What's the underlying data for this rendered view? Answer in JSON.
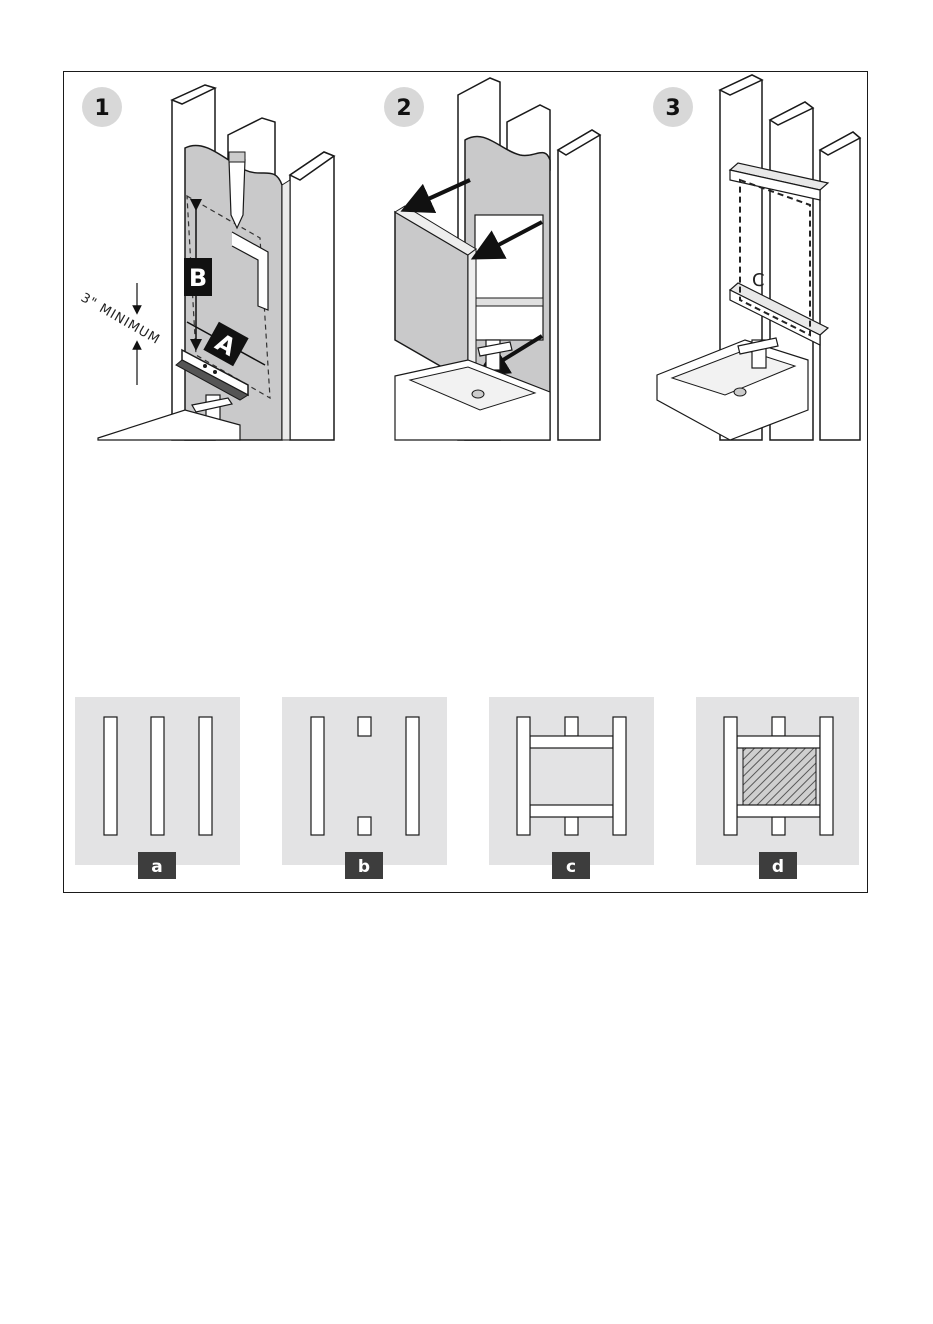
{
  "steps": [
    {
      "number": "1"
    },
    {
      "number": "2"
    },
    {
      "number": "3"
    }
  ],
  "step1": {
    "dimension_a": "A",
    "dimension_b": "B",
    "minimum_note": "3\" MINIMUM"
  },
  "step3": {
    "opening_label": "C"
  },
  "framing_panels": [
    {
      "label": "a"
    },
    {
      "label": "b"
    },
    {
      "label": "c"
    },
    {
      "label": "d"
    }
  ],
  "colors": {
    "panel_gray": "#e3e3e4",
    "wall_gray": "#c9c9ca",
    "badge_gray": "#d8d8d8",
    "label_dark": "#3d3d3d",
    "stud_white": "#ffffff",
    "line": "#1a1a1a"
  }
}
